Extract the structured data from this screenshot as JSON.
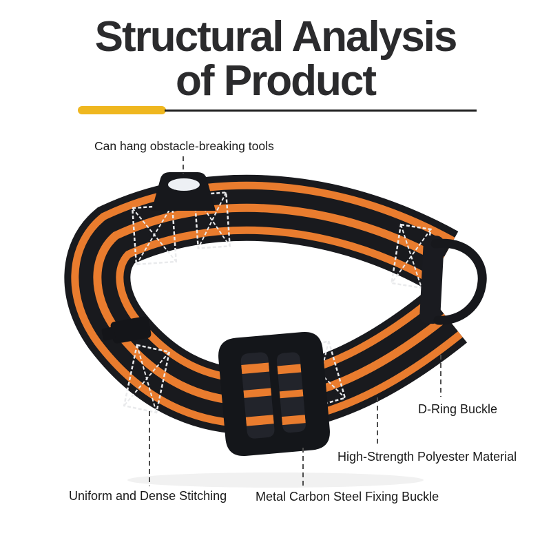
{
  "title": {
    "line1": "Structural Analysis",
    "line2": "of Product"
  },
  "callouts": {
    "hang_tools": "Can hang obstacle-breaking tools",
    "d_ring": "D-Ring Buckle",
    "polyester": "High-Strength Polyester Material",
    "stitching": "Uniform and Dense Stitching",
    "fixing_buckle": "Metal Carbon Steel Fixing Buckle"
  },
  "colors": {
    "accent_yellow": "#EFB71F",
    "divider_black": "#1E1E1E",
    "stripe_orange": "#E97C2E",
    "webbing_black": "#191A1E",
    "hardware_black": "#14161A",
    "stitch_white": "#E9EAEC",
    "title_text": "#2B2B2D",
    "label_text": "#1A1A1A",
    "leader_line": "#4D4D4D"
  }
}
